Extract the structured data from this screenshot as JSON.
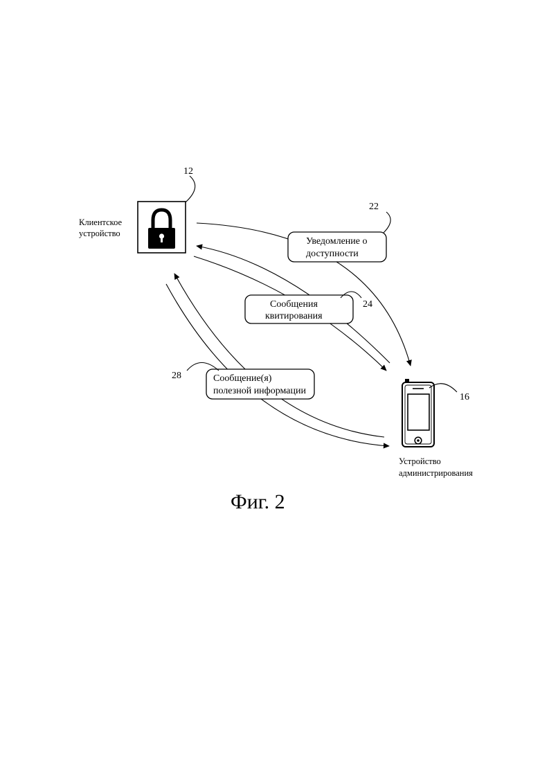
{
  "client_device": {
    "ref": "12",
    "label_line1": "Клиентское",
    "label_line2": "устройство",
    "icon": "lock-icon"
  },
  "admin_device": {
    "ref": "16",
    "label_line1": "Устройство",
    "label_line2": "администрирования",
    "icon": "mobile-phone-icon"
  },
  "messages": {
    "availability": {
      "ref": "22",
      "line1": "Уведомление о",
      "line2": "доступности"
    },
    "acknowledgement": {
      "ref": "24",
      "line1": "Сообщения",
      "line2": "квитирования"
    },
    "payload": {
      "ref": "28",
      "line1": "Сообщение(я)",
      "line2": "полезной информации"
    }
  },
  "caption": "Фиг. 2"
}
